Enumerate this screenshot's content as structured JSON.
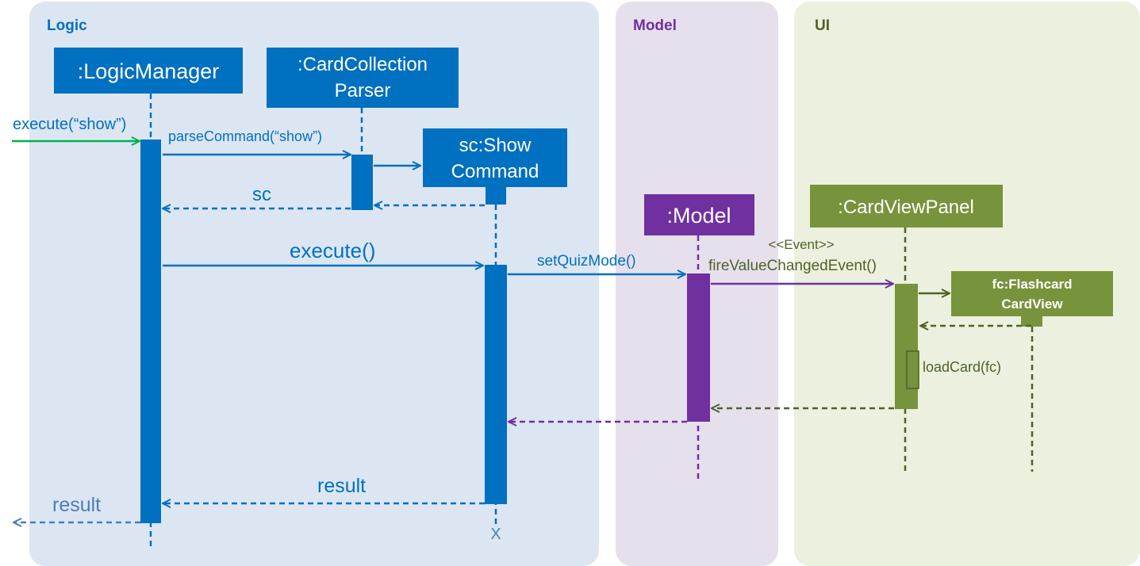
{
  "lanes": {
    "logic": {
      "title": "Logic"
    },
    "model": {
      "title": "Model"
    },
    "ui": {
      "title": "UI"
    }
  },
  "participants": {
    "logic_manager": {
      "label": ":LogicManager"
    },
    "card_collection_parser": {
      "line1": ":CardCollection",
      "line2": "Parser"
    },
    "show_command": {
      "line1": "sc:Show",
      "line2": "Command"
    },
    "model": {
      "label": ":Model"
    },
    "card_view_panel": {
      "label": ":CardViewPanel"
    },
    "flashcard_card_view": {
      "line1": "fc:Flashcard",
      "line2": "CardView"
    }
  },
  "messages": {
    "execute_show": "execute(“show”)",
    "parse_command": "parseCommand(“show”)",
    "return_sc": "sc",
    "execute": "execute()",
    "set_quiz_mode": "setQuizMode()",
    "event_stereotype": "<<Event>>",
    "fire_value_changed": "fireValueChangedEvent()",
    "load_card": "loadCard(fc)",
    "return_result_inner": "result",
    "return_result_outer": "result",
    "destroy_marker": "X"
  },
  "colors": {
    "logic_bg": "#dce6f2",
    "model_bg": "#e6e0ec",
    "ui_bg": "#ebf1de",
    "logic_blue": "#0070c0",
    "model_purple": "#7030a0",
    "ui_green": "#77933c",
    "ui_dark_green": "#4f6228",
    "found_green": "#00b050"
  }
}
